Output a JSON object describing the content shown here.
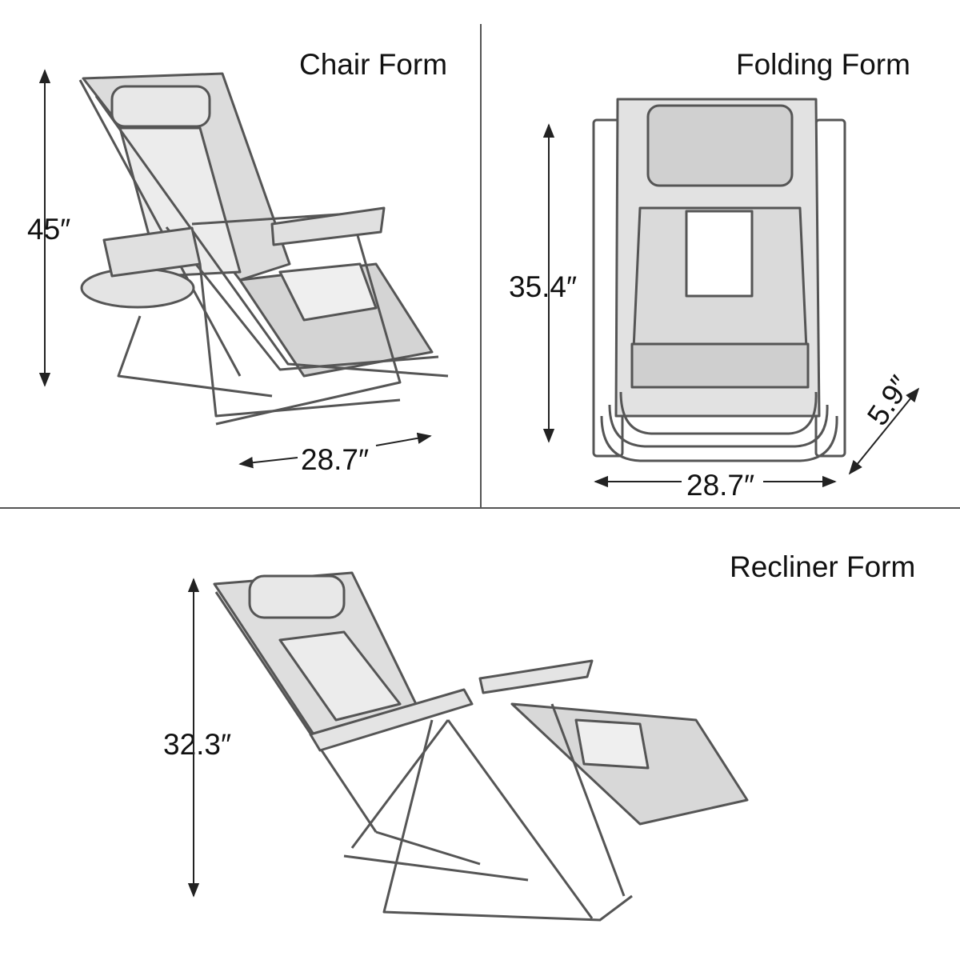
{
  "panels": {
    "chair": {
      "title": "Chair Form",
      "height_label": "45″",
      "width_label": "28.7″"
    },
    "folding": {
      "title": "Folding Form",
      "height_label": "35.4″",
      "width_label": "28.7″",
      "depth_label": "5.9″"
    },
    "recliner": {
      "title": "Recliner Form",
      "height_label": "32.3″"
    }
  },
  "colors": {
    "line": "#333333",
    "fabric": "#d6d6d6",
    "frame": "#444444"
  },
  "icons": [
    "chair-form-illustration",
    "folding-form-illustration",
    "recliner-form-illustration"
  ]
}
